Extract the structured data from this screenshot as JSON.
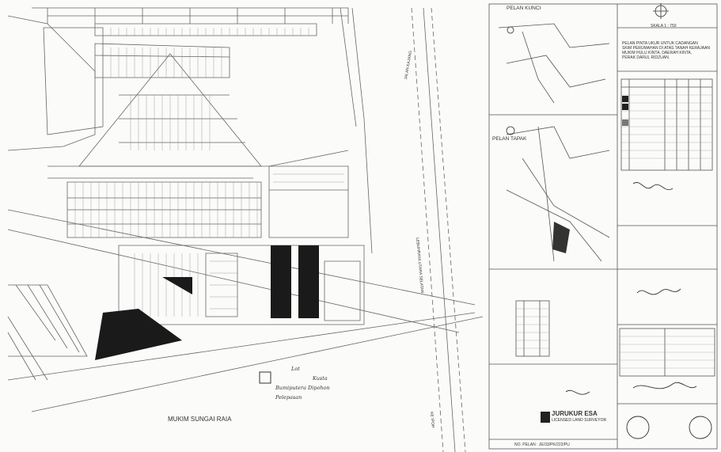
{
  "map": {
    "mukim_label": "MUKIM SUNGAI RAIA",
    "road_label_1": "LEBUHRAYA UTARA SELATAN",
    "road_label_2": "KE IPOH",
    "road_label_3": "JALAN KAJANG",
    "handwritten_note": [
      "Lot",
      "Kusta",
      "Bumiputera Dipohon",
      "Pelepasan"
    ]
  },
  "sidebar": {
    "key_plan_title": "PELAN KUNCI",
    "site_plan_title": "PELAN TAPAK",
    "scale_label": "SKALA 1 : 750",
    "description_lines": [
      "PELAN PINTA UKUR UNTUK CADANGAN",
      "SKIM PERUMAHAN DI ATAS TANAH KERAJAAN",
      "MUKIM HULU KINTA, DAERAH KINTA,",
      "PERAK DARUL RIDZUAN."
    ],
    "company_name": "JURUKUR ESA",
    "company_sub": "LICENSED LAND SURVEYOR",
    "plan_number": "NO. PELAN : JE/33/PK/222/PU"
  }
}
